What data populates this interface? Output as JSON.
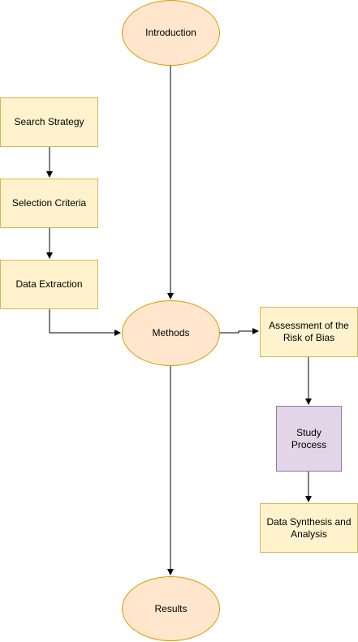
{
  "nodes": {
    "introduction": "Introduction",
    "search_strategy": "Search Strategy",
    "selection_criteria": "Selection Criteria",
    "data_extraction": "Data Extraction",
    "methods": "Methods",
    "assessment": "Assessment of the Risk of Bias",
    "study_process": "Study Process",
    "data_synthesis": "Data Synthesis and Analysis",
    "results": "Results"
  },
  "colors": {
    "ellipse_fill": "#ffe6cc",
    "ellipse_stroke": "#d79b00",
    "box_fill": "#fff2cc",
    "box_stroke": "#d6b656",
    "purple_fill": "#e1d5e7",
    "purple_stroke": "#9673a6",
    "edge": "#000000"
  }
}
